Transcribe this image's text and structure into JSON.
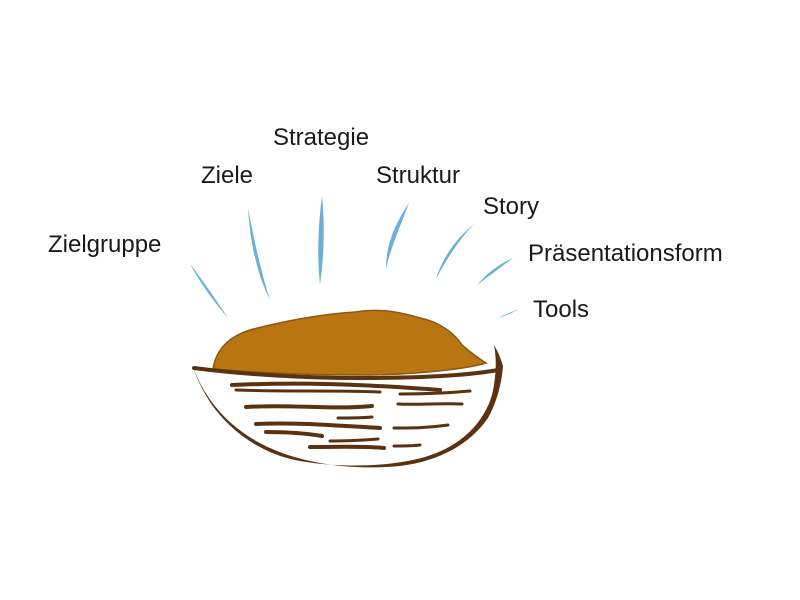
{
  "labels": {
    "strategie": "Strategie",
    "ziele": "Ziele",
    "struktur": "Struktur",
    "story": "Story",
    "zielgruppe": "Zielgruppe",
    "praesentationsform": "Präsentationsform",
    "tools": "Tools"
  },
  "colors": {
    "ray": "#6ab0d6",
    "kernel": "#b97512",
    "kernel_edge": "#8a5a12",
    "shell": "#5a3212",
    "text": "#1a1a1a"
  }
}
